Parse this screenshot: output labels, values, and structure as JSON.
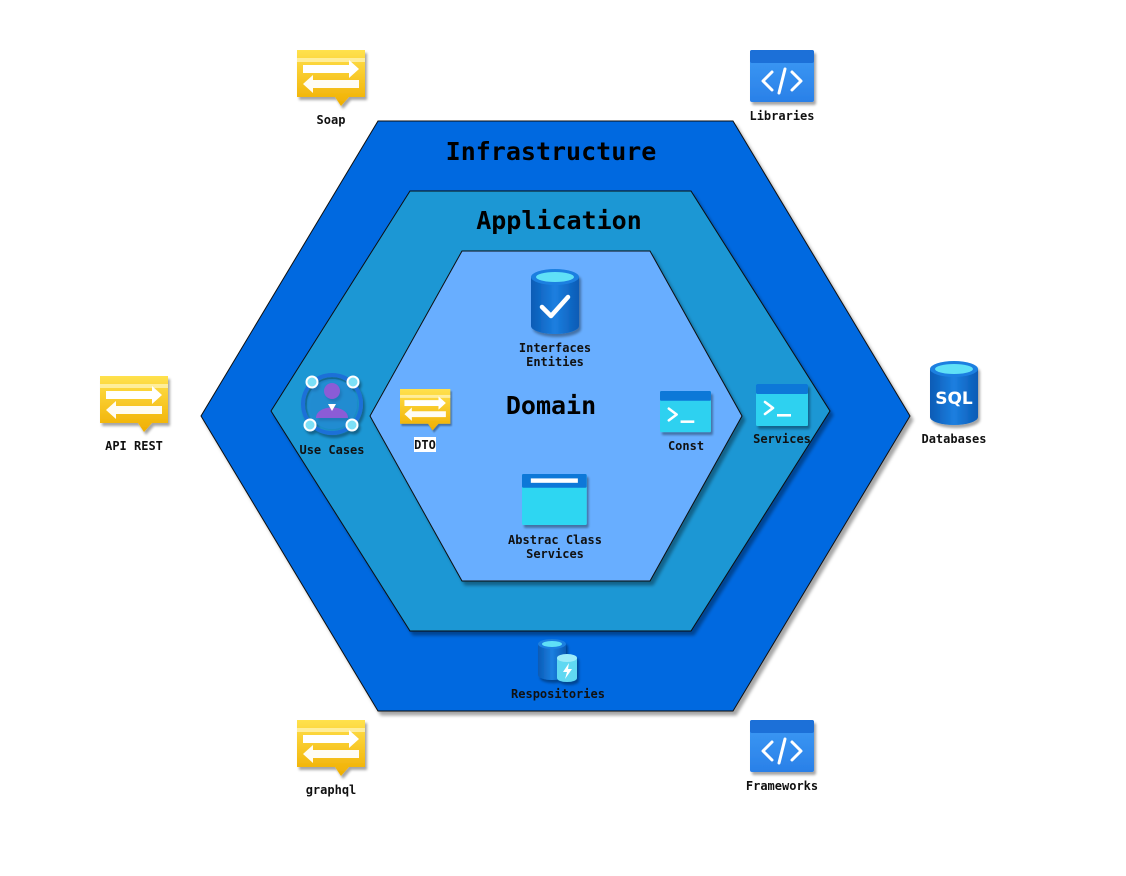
{
  "layers": {
    "infrastructure": {
      "title": "Infrastructure",
      "color": "#0569E0"
    },
    "application": {
      "title": "Application",
      "color": "#1A97D4"
    },
    "domain": {
      "title": "Domain",
      "color": "#67AEFF"
    }
  },
  "domain_items": {
    "interfaces_entities": {
      "icon": "database-check-icon",
      "line1": "Interfaces",
      "line2": "Entities"
    },
    "dto": {
      "icon": "exchange-message-icon",
      "label": "DTO"
    },
    "const": {
      "icon": "console-icon",
      "label": "Const"
    },
    "abstract_class_services": {
      "icon": "window-icon",
      "line1": "Abstrac Class",
      "line2": "Services"
    }
  },
  "application_items": {
    "use_cases": {
      "icon": "user-network-icon",
      "label": "Use Cases"
    },
    "services": {
      "icon": "console-icon",
      "label": "Services"
    }
  },
  "infrastructure_items": {
    "repositories": {
      "icon": "database-bolt-icon",
      "label": "Respositories"
    }
  },
  "external_items": {
    "soap": {
      "icon": "exchange-message-icon",
      "label": "Soap"
    },
    "libraries": {
      "icon": "code-icon",
      "label": "Libraries"
    },
    "api_rest": {
      "icon": "exchange-message-icon",
      "label": "API REST"
    },
    "databases": {
      "icon": "sql-database-icon",
      "label": "Databases",
      "icon_text": "SQL"
    },
    "graphql": {
      "icon": "exchange-message-icon",
      "label": "graphql"
    },
    "frameworks": {
      "icon": "code-icon",
      "label": "Frameworks"
    }
  },
  "colors": {
    "exchange_yellow": "#F5C400",
    "code_blue": "#2F8FF0",
    "console_cyan": "#2FD1F0",
    "database_blue": "#0F6FD0"
  }
}
